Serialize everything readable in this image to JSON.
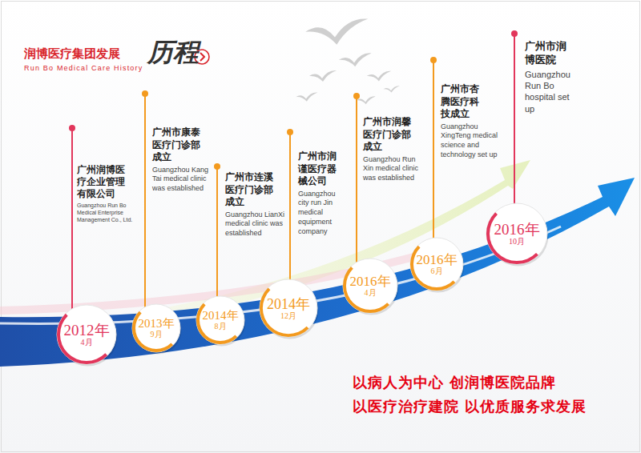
{
  "diagram": {
    "title": "润博医疗集团发展",
    "nodes": [
      {
        "text": [
          "2012年",
          "4月",
          "广州润博医疗企业管理有限公司",
          "Guangzhou Run Bo Medical Enterprise Management Co., Ltd."
        ]
      },
      {
        "text": [
          "2013年",
          "9月",
          "广州市康泰医疗门诊部成立",
          "Guangzhou Kang Tai medical clinic was established"
        ]
      },
      {
        "text": [
          "2014年",
          "8月",
          "广州市连溪医疗门诊部成立",
          "Guangzhou LianXi medical clinic was established"
        ]
      },
      {
        "text": [
          "2014年",
          "12月",
          "广州市润谨医疗器械公司",
          "Guangzhou city run Jin medical equipment company"
        ]
      },
      {
        "text": [
          "2016年",
          "4月",
          "广州市润馨医疗门诊部成立",
          "Guangzhou Run Xin medical clinic was established"
        ]
      },
      {
        "text": [
          "2016年",
          "6月",
          "广州市杏腾医疗科技成立",
          "Guangzhou XingTeng medical science and technology set up"
        ]
      },
      {
        "text": [
          "2016年",
          "10月",
          "广州市润博医院",
          "Guangzhou Run Bo hospital set up"
        ]
      }
    ],
    "labels": [
      "历程",
      "Run Bo Medical Care History",
      "以病人为中心 创润博医院品牌",
      "以医疗治疗建院 以优质服务求发展"
    ]
  }
}
